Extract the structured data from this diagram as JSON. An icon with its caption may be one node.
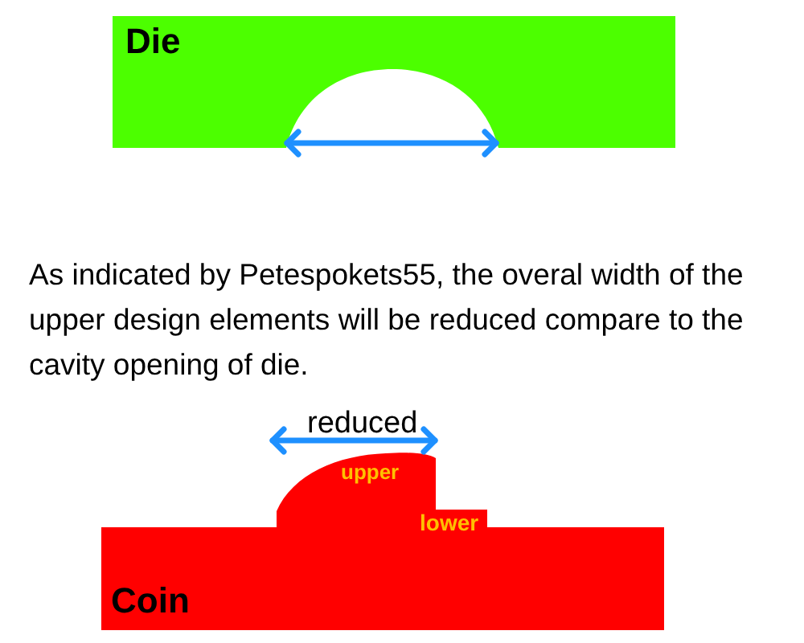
{
  "diagram": {
    "nodes": [
      {
        "text": [
          "Die"
        ]
      },
      {
        "text": [
          "upper"
        ]
      },
      {
        "text": [
          "lower"
        ]
      },
      {
        "text": [
          "Coin"
        ]
      }
    ],
    "labels": [
      "As indicated by Petespokets55, the overal width of the upper design elements will be reduced compare to the cavity opening of die.",
      "reduced"
    ]
  }
}
